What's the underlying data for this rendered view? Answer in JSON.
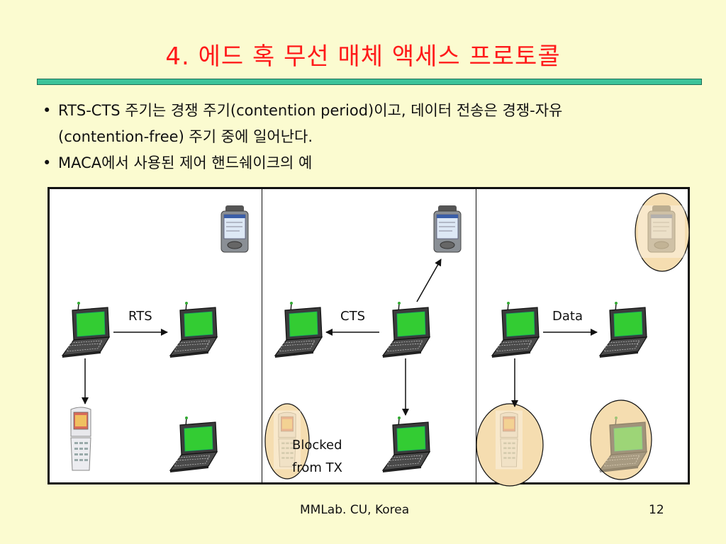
{
  "slide": {
    "title": "4. 에드 혹 무선 매체 액세스 프로토콜",
    "bullets": [
      {
        "line1": "RTS-CTS 주기는 경쟁 주기(contention period)이고, 데이터 전송은 경쟁-자유",
        "line2": "(contention-free) 주기 중에 일어난다."
      },
      {
        "line1": "MACA에서 사용된 제어 핸드쉐이크의 예"
      }
    ],
    "bullet_symbol": "•",
    "colors": {
      "title": "#ff1a1a",
      "title_bar": "#3cc39a",
      "background": "#fbfbd0",
      "highlight_circle": "#f5ddb0",
      "screen": "#33cc33"
    }
  },
  "diagram": {
    "panels": [
      {
        "message_label": "RTS"
      },
      {
        "message_label": "CTS",
        "blocked_label_1": "Blocked",
        "blocked_label_2": "from TX"
      },
      {
        "message_label": "Data"
      }
    ]
  },
  "footer": {
    "org": "MMLab. CU, Korea",
    "page": "12"
  }
}
